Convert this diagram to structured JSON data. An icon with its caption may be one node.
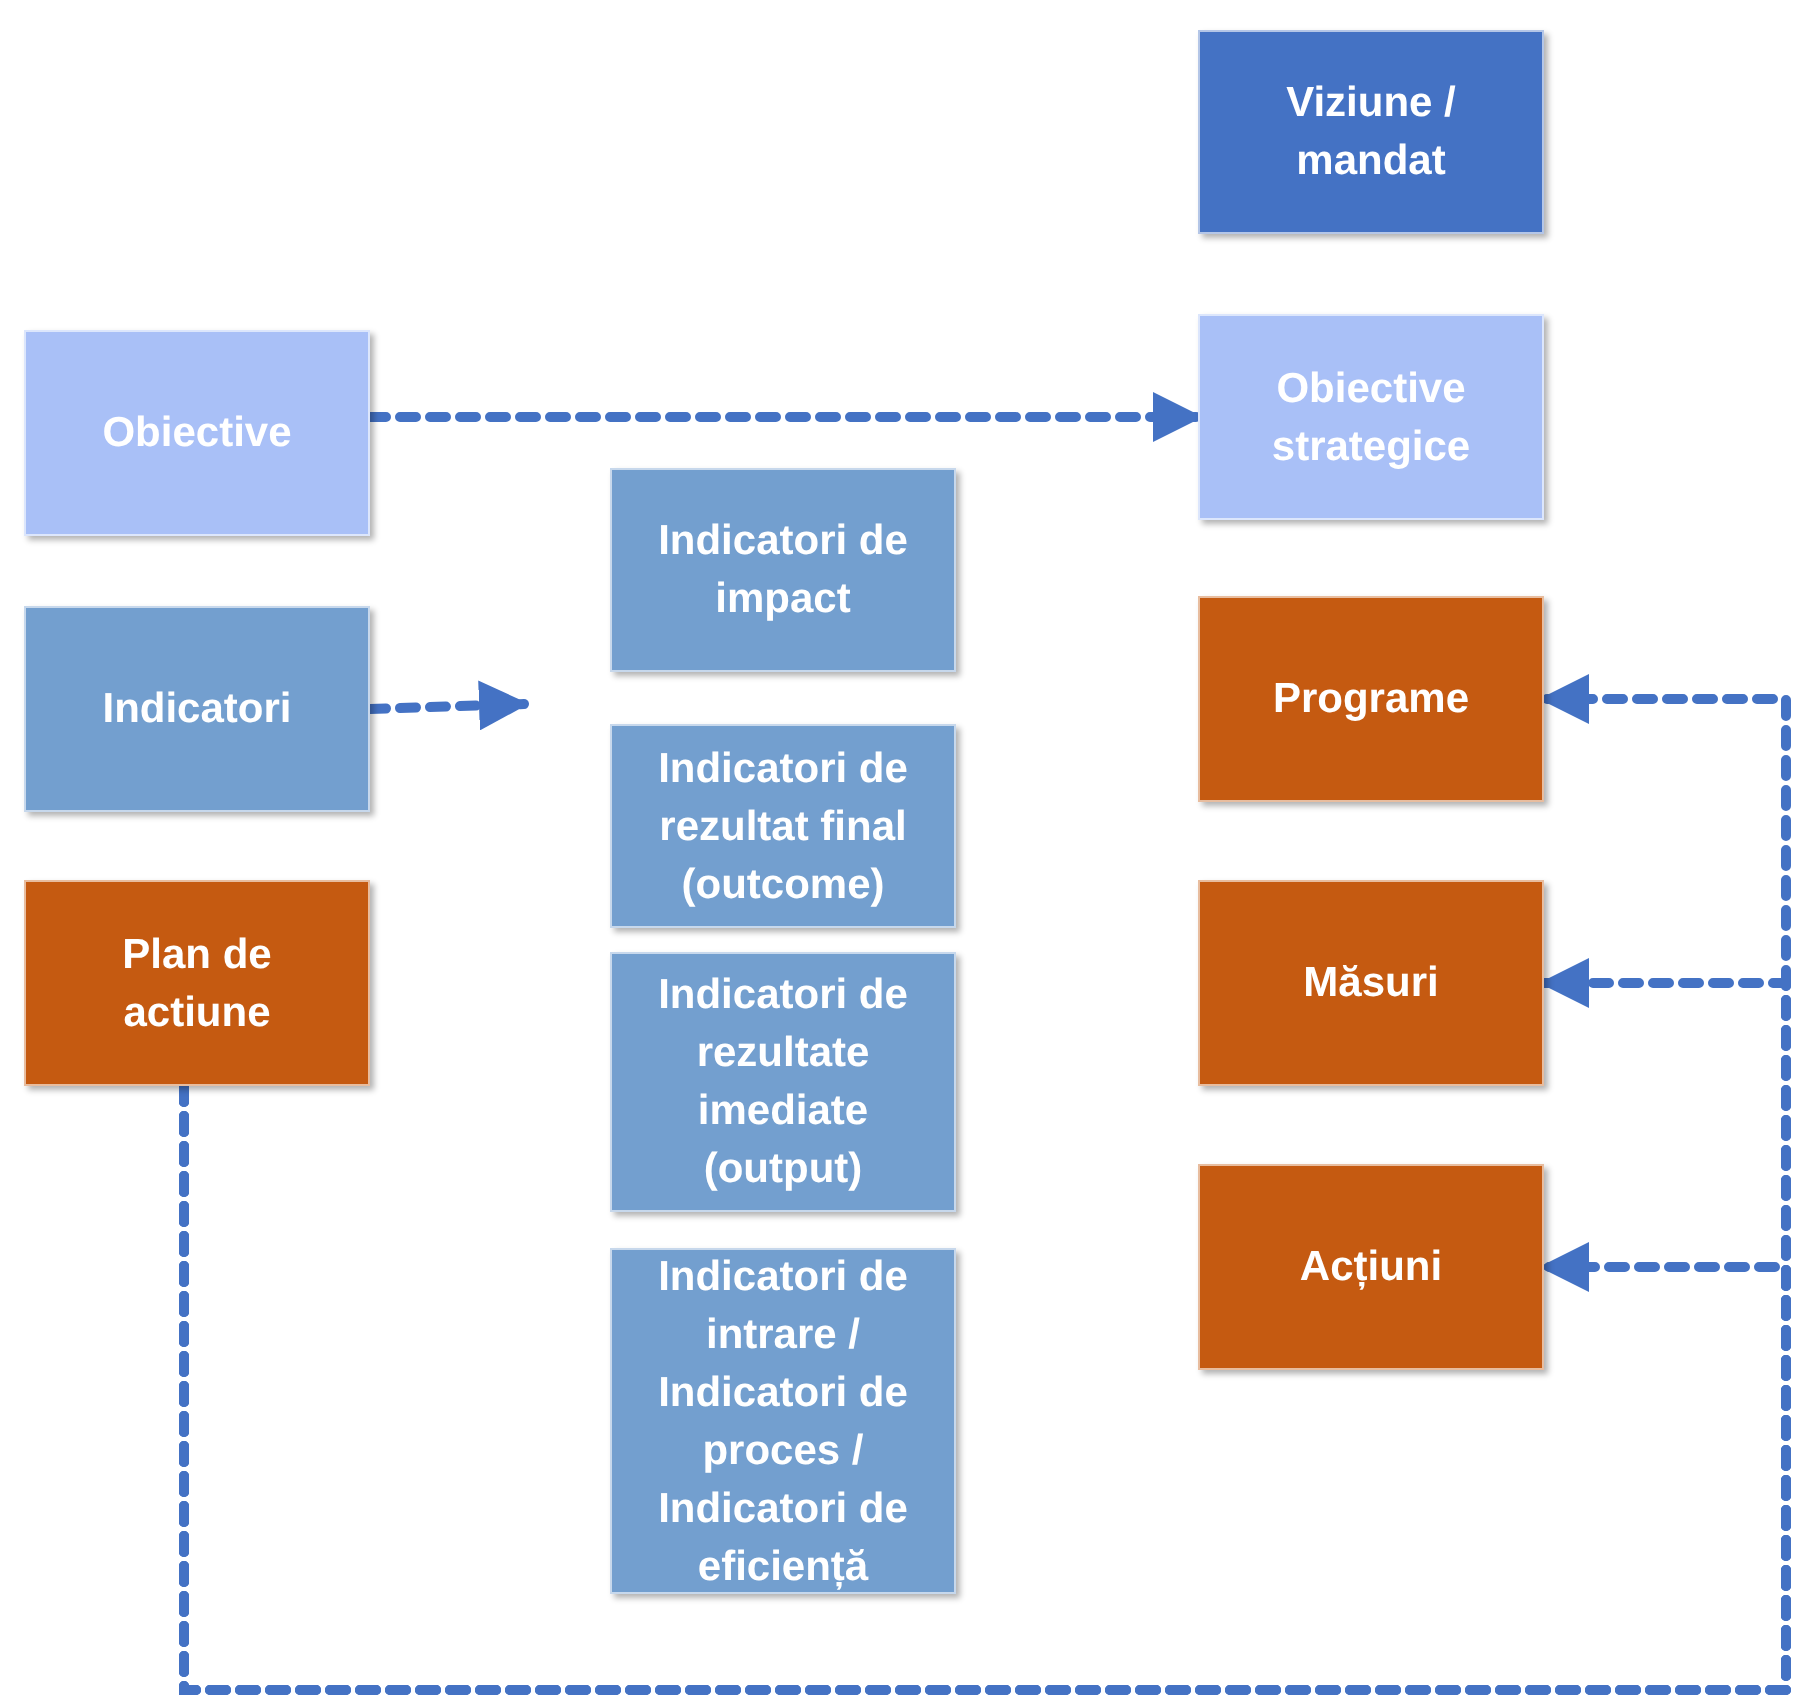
{
  "diagram": {
    "nodes": [
      {
        "text": [
          "Obiective"
        ]
      },
      {
        "text": [
          "Indicatori"
        ]
      },
      {
        "text": [
          "Plan de actiune"
        ]
      },
      {
        "text": [
          "Indicatori de impact"
        ]
      },
      {
        "text": [
          "Indicatori de rezultat final (outcome)"
        ]
      },
      {
        "text": [
          "Indicatori de rezultate imediate (output)"
        ]
      },
      {
        "text": [
          "Indicatori de intrare / Indicatori de proces / Indicatori de eficiență"
        ]
      },
      {
        "text": [
          "Viziune / mandat"
        ]
      },
      {
        "text": [
          "Obiective strategice"
        ]
      },
      {
        "text": [
          "Programe"
        ]
      },
      {
        "text": [
          "Măsuri"
        ]
      },
      {
        "text": [
          "Acțiuni"
        ]
      }
    ],
    "edges": [
      {
        "from": 0,
        "to": 8,
        "arrow": "to",
        "style": "dashed"
      },
      {
        "from": 1,
        "to": null,
        "arrow": "to",
        "style": "dashed"
      },
      {
        "from": 2,
        "to": 9,
        "arrow": "to",
        "style": "dashed"
      },
      {
        "from": 2,
        "to": 10,
        "arrow": "to",
        "style": "dashed"
      },
      {
        "from": 2,
        "to": 11,
        "arrow": "to",
        "style": "dashed"
      }
    ]
  }
}
